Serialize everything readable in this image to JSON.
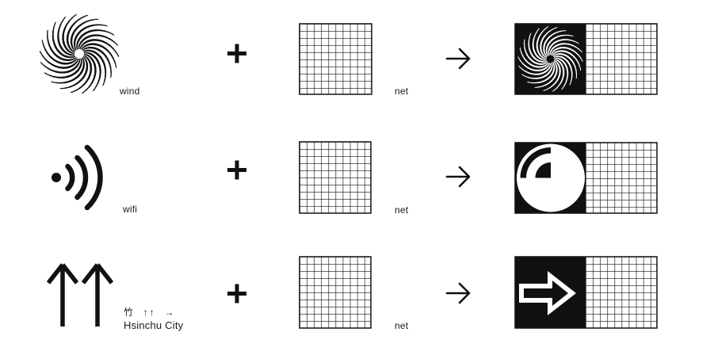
{
  "rows": [
    {
      "id": "wind",
      "source_label": "wind",
      "operator": "+",
      "net_label": "net",
      "result_arrow": "arrow-right"
    },
    {
      "id": "wifi",
      "source_label": "wifi",
      "operator": "+",
      "net_label": "net",
      "result_arrow": "arrow-right"
    },
    {
      "id": "hsinchu",
      "source_label": "Hsinchu City",
      "source_caption": "竹  ↑↑  →",
      "operator": "+",
      "net_label": "net",
      "result_arrow": "arrow-right"
    }
  ],
  "icons": {
    "wind": "swirl-icon",
    "wifi": "wifi-signal-icon",
    "hsinchu": "double-up-arrow-icon",
    "net": "grid-net-icon",
    "result_wind": "wind-net-logo",
    "result_wifi": "wifi-net-logo",
    "result_hsinchu": "arrow-net-logo"
  },
  "colors": {
    "ink": "#111111",
    "paper": "#ffffff"
  }
}
